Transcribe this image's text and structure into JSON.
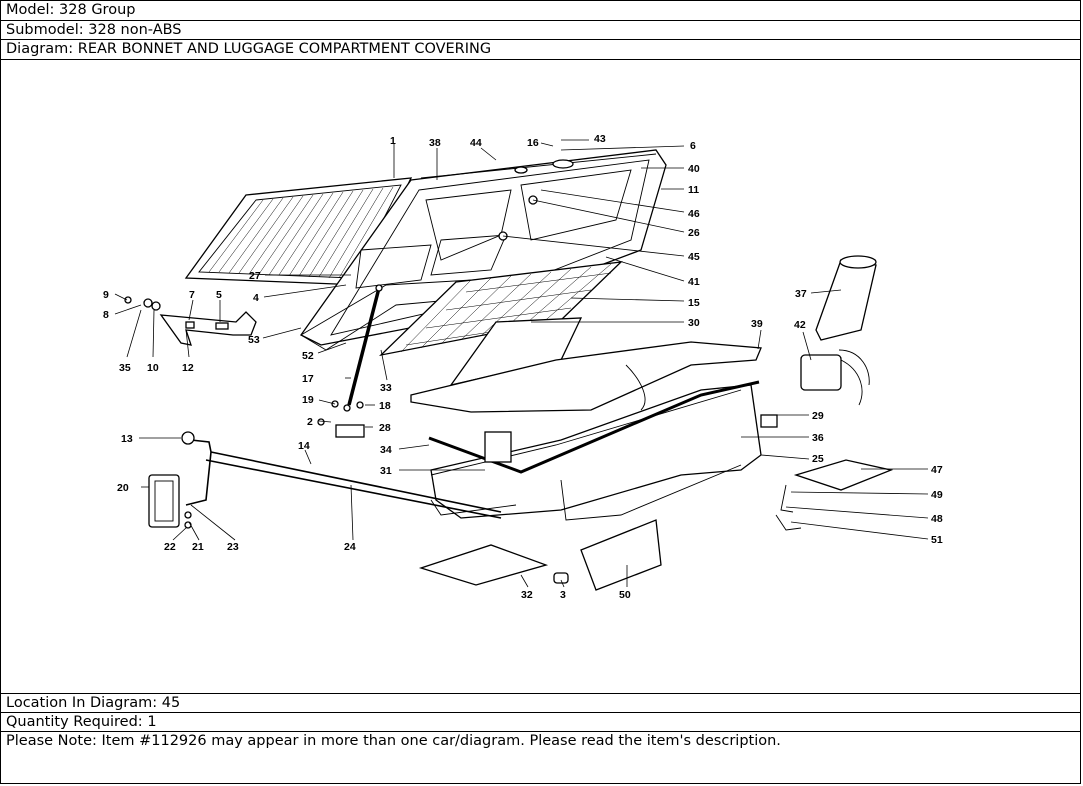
{
  "header": {
    "model_label": "Model:",
    "model_value": "328 Group",
    "submodel_label": "Submodel:",
    "submodel_value": "328 non-ABS",
    "diagram_label": "Diagram:",
    "diagram_value": "REAR BONNET AND LUGGAGE COMPARTMENT COVERING"
  },
  "diagram": {
    "callouts": [
      "1",
      "38",
      "44",
      "16",
      "43",
      "6",
      "40",
      "11",
      "46",
      "26",
      "45",
      "41",
      "15",
      "30",
      "39",
      "37",
      "42",
      "9",
      "8",
      "7",
      "5",
      "35",
      "10",
      "12",
      "27",
      "4",
      "53",
      "52",
      "33",
      "17",
      "19",
      "18",
      "2",
      "28",
      "29",
      "36",
      "34",
      "31",
      "25",
      "47",
      "49",
      "48",
      "51",
      "13",
      "14",
      "20",
      "22",
      "21",
      "23",
      "24",
      "32",
      "3",
      "50"
    ]
  },
  "footer": {
    "location_label": "Location In Diagram:",
    "location_value": "45",
    "quantity_label": "Quantity Required:",
    "quantity_value": "1",
    "note": "Please Note: Item #112926 may appear in more than one car/diagram. Please read the item's description."
  }
}
